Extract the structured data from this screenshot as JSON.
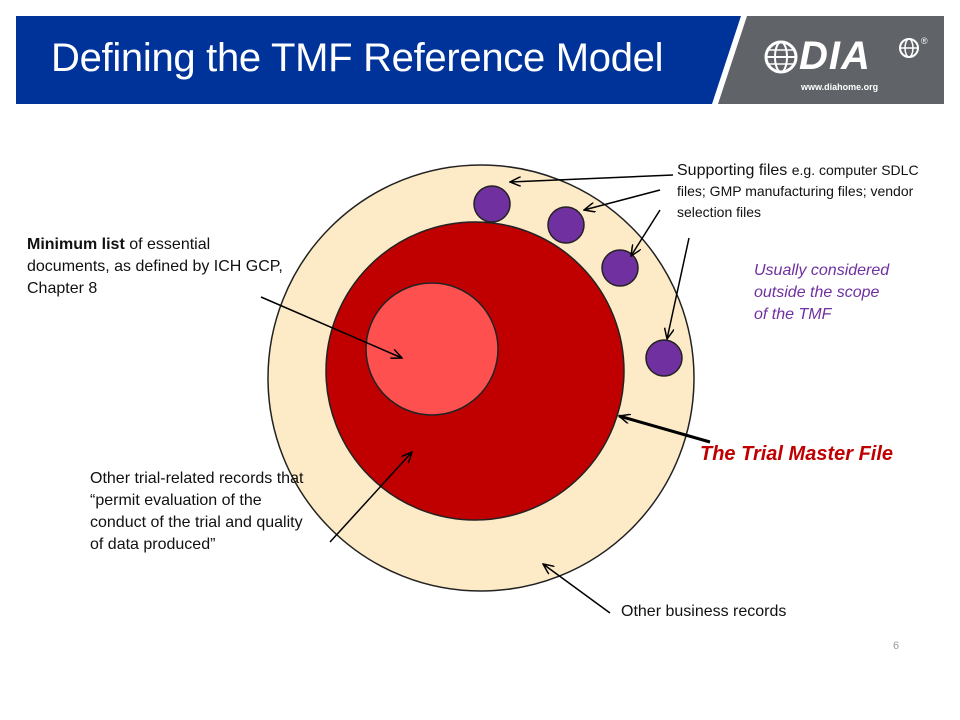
{
  "header": {
    "title": "Defining the TMF Reference Model",
    "logo_text": "DIA",
    "logo_url": "www.diahome.org",
    "logo_registered": "®",
    "colors": {
      "banner": "#003399",
      "logo_panel": "#606468"
    }
  },
  "diagram": {
    "min_list_bold": "Minimum list",
    "min_list_rest": " of essential documents, as defined by ICH GCP, Chapter  8",
    "other_trial": "Other trial-related records that “permit evaluation of the conduct of the trial and quality of data produced”",
    "supporting_main": "Supporting files ",
    "supporting_eg": "e.g. computer SDLC files; GMP manufacturing files; vendor selection files",
    "usually": "Usually considered outside the scope of the TMF",
    "tmf_label": "The Trial Master File",
    "business": "Other business records",
    "colors": {
      "outer_ring": "#fdebc8",
      "tmf_circle": "#c00000",
      "inner_circle": "#ff5050",
      "small_circles": "#7030a0",
      "purple_text": "#7030a0",
      "tmf_text": "#c00000"
    }
  },
  "footer": {
    "slide_number": "6"
  }
}
